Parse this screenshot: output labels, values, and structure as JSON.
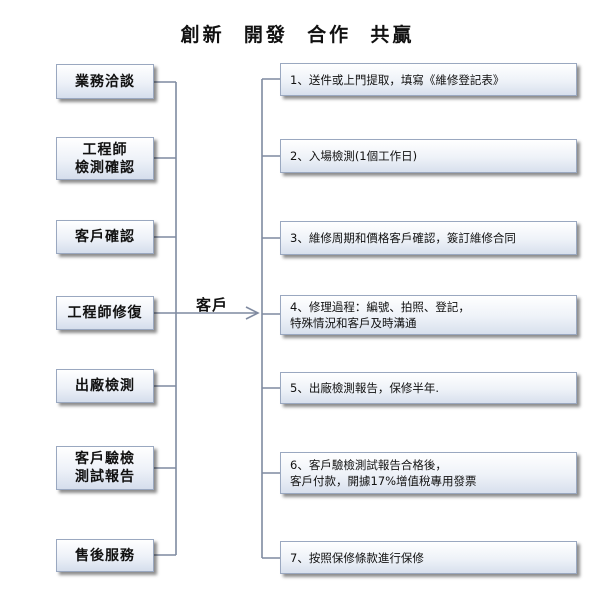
{
  "title": "創新  開發  合作  共贏",
  "center_label": "客戶",
  "left_steps": [
    "業務洽談",
    "工程師\n檢測確認",
    "客戶確認",
    "工程師修復",
    "出廠檢測",
    "客戶驗檢\n測試報告",
    "售後服務"
  ],
  "right_steps": [
    "1、送件或上門提取，填寫《維修登記表》",
    "2、入場檢測(1個工作日)",
    "3、維修周期和價格客戶確認，簽訂維修合同",
    "4、修理過程：編號、拍照、登記，\n特殊情況和客戶及時溝通",
    "5、出廠檢測報告，保修半年.",
    "6、客戶驗檢測試報告合格後，\n客戶付款，開據17%增值稅專用發票",
    "7、按照保修條款進行保修"
  ],
  "colors": {
    "connector": "#7f8aa0",
    "box_border": "#9aa8c0",
    "box_fill_bottom": "#d5deec"
  }
}
